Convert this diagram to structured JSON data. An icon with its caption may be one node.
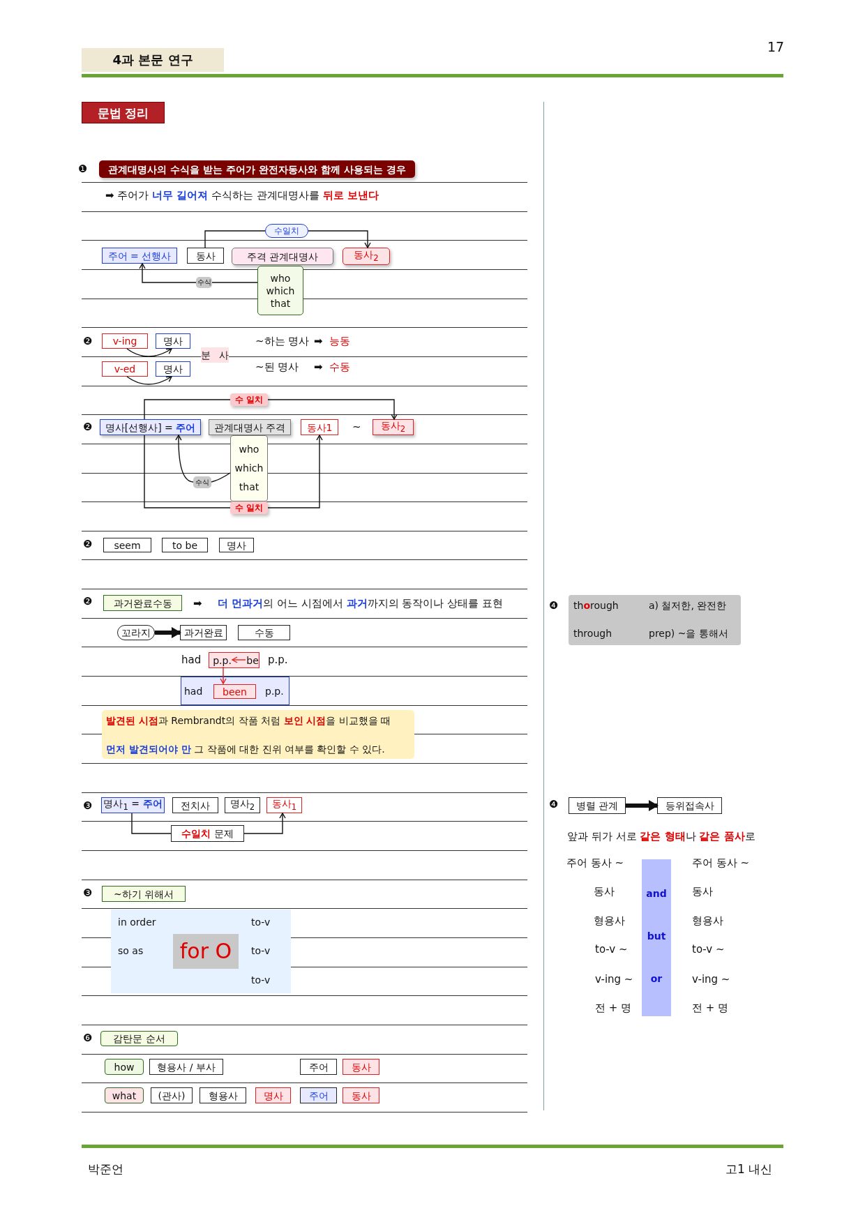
{
  "diagram": {
    "nodes": [
      {
        "text": [
          "4과 본문 연구"
        ]
      },
      {
        "text": [
          "문법 정리"
        ]
      },
      {
        "text": [
          "관계대명사의 수식을 받는 주어가 완전자동사와 함께 사용되는 경우"
        ]
      },
      {
        "text": [
          "주어 = 선행사"
        ]
      },
      {
        "text": [
          "동사"
        ]
      },
      {
        "text": [
          "주격 관계대명사"
        ]
      },
      {
        "text": [
          "동사$_{2}$"
        ]
      },
      {
        "text": [
          "수일치"
        ]
      },
      {
        "text": [
          "who which that"
        ]
      },
      {
        "text": [
          "수식"
        ]
      },
      {
        "text": [
          "v-ing"
        ]
      },
      {
        "text": [
          "명사"
        ]
      },
      {
        "text": [
          "v-ed"
        ]
      },
      {
        "text": [
          "명사"
        ]
      },
      {
        "text": [
          "분 사"
        ]
      },
      {
        "text": [
          "수 일치"
        ]
      },
      {
        "text": [
          "명사[선행사] = **주어**"
        ]
      },
      {
        "text": [
          "관계대명사 주격"
        ]
      },
      {
        "text": [
          "동사1"
        ]
      },
      {
        "text": [
          "동사$_{2}$"
        ]
      },
      {
        "text": [
          "who which that"
        ]
      },
      {
        "text": [
          "수식"
        ]
      },
      {
        "text": [
          "수 일치"
        ]
      },
      {
        "text": [
          "seem"
        ]
      },
      {
        "text": [
          "to be"
        ]
      },
      {
        "text": [
          "명사"
        ]
      },
      {
        "text": [
          "과거완료수동"
        ]
      },
      {
        "text": [
          "꼬라지"
        ]
      },
      {
        "text": [
          "과거완료"
        ]
      },
      {
        "text": [
          "수동"
        ]
      },
      {
        "text": [],
        "shape": "box"
      },
      {
        "text": [
          "p.p."
        ],
        "in": 30
      },
      {
        "text": [
          "be"
        ],
        "in": 30
      },
      {
        "text": [
          "had",
          "p.p."
        ]
      },
      {
        "text": [
          "been"
        ],
        "in": 33
      },
      {
        "text": [
          "**발견된 시점**과 Rembrandt의 작품 처럼 **보인 시점**을 비교했을 때",
          "**먼저 발견되어야 만** 그 작품에 대한 진위 여부를 확인할 수 있다."
        ]
      },
      {
        "text": [
          "명사$_{1}$ = **주어**"
        ]
      },
      {
        "text": [
          "전치사"
        ]
      },
      {
        "text": [
          "명사$_{2}$"
        ]
      },
      {
        "text": [
          "동사$_{1}$"
        ]
      },
      {
        "text": [
          "**수일치** 문제"
        ]
      },
      {
        "text": [
          "~하기 위해서"
        ]
      },
      {
        "text": [
          "in order",
          "to-v",
          "so as",
          "to-v",
          "to-v"
        ]
      },
      {
        "text": [
          "for O"
        ],
        "in": 42
      },
      {
        "text": [
          "감탄문 순서"
        ]
      },
      {
        "text": [
          "how"
        ]
      },
      {
        "text": [
          "형용사 / 부사"
        ]
      },
      {
        "text": [
          "주어"
        ]
      },
      {
        "text": [
          "동사"
        ]
      },
      {
        "text": [
          "what"
        ]
      },
      {
        "text": [
          "(관사)"
        ]
      },
      {
        "text": [
          "형용사"
        ]
      },
      {
        "text": [
          "명사"
        ]
      },
      {
        "text": [
          "주어"
        ]
      },
      {
        "text": [
          "동사"
        ]
      },
      {
        "text": [
          "th**o**rough",
          "a) 철저한, 완전한",
          "through",
          "prep) ~을 통해서"
        ]
      },
      {
        "text": [
          "병렬 관계"
        ]
      },
      {
        "text": [
          "등위접속사"
        ]
      },
      {
        "text": [
          "and",
          "but",
          "or"
        ]
      }
    ],
    "edges": [
      {
        "from": 4,
        "to": 7,
        "arrow": "none"
      },
      {
        "from": 7,
        "to": 6,
        "arrow": "to"
      },
      {
        "from": 8,
        "to": 9,
        "arrow": "none"
      },
      {
        "from": 9,
        "to": 3,
        "arrow": "to"
      },
      {
        "from": 10,
        "to": 11,
        "arrow": "to"
      },
      {
        "from": 12,
        "to": 13,
        "arrow": "to"
      },
      {
        "from": 16,
        "to": 15,
        "arrow": "none"
      },
      {
        "from": 15,
        "to": 19,
        "arrow": "to"
      },
      {
        "from": 16,
        "to": 22,
        "arrow": "none"
      },
      {
        "from": 22,
        "to": 18,
        "arrow": "to"
      },
      {
        "from": 20,
        "to": 21,
        "arrow": "none"
      },
      {
        "from": 21,
        "to": 16,
        "arrow": "to"
      },
      {
        "from": 32,
        "to": 31,
        "arrow": "to",
        "color": "#e02020"
      },
      {
        "from": 31,
        "to": 34,
        "arrow": "to",
        "color": "#e02020"
      },
      {
        "from": 36,
        "to": 40,
        "arrow": "none"
      },
      {
        "from": 40,
        "to": 39,
        "arrow": "to"
      },
      {
        "from": 27,
        "to": 28,
        "arrow": "to",
        "style": "thick"
      },
      {
        "from": 56,
        "to": 57,
        "arrow": "to",
        "style": "thick"
      }
    ],
    "labels": [
      "17",
      "❶",
      "➡ 주어가 **너무 길어져** 수식하는 관계대명사를 **뒤로 보낸다**",
      "❷",
      "~하는 명사",
      "➡",
      "능동",
      "~된 명사",
      "➡",
      "수동",
      "❷",
      "~",
      "❷",
      "❷",
      "➡",
      "**더 먼과거**의 어느 시점에서 **과거**까지의 동작이나 상태를 표현",
      "had",
      "p.p.",
      "❸",
      "❸",
      "❻",
      "❹",
      "❹",
      "앞과 뒤가 서로 **같은 형태**나 **같은 품사**로",
      "주어 동사 ~",
      "주어 동사 ~",
      "동사",
      "동사",
      "형용사",
      "형용사",
      "to-v ~",
      "to-v ~",
      "v-ing ~",
      "v-ing ~",
      "전 + 명",
      "전 + 명",
      "박준언",
      "고1 내신"
    ]
  }
}
